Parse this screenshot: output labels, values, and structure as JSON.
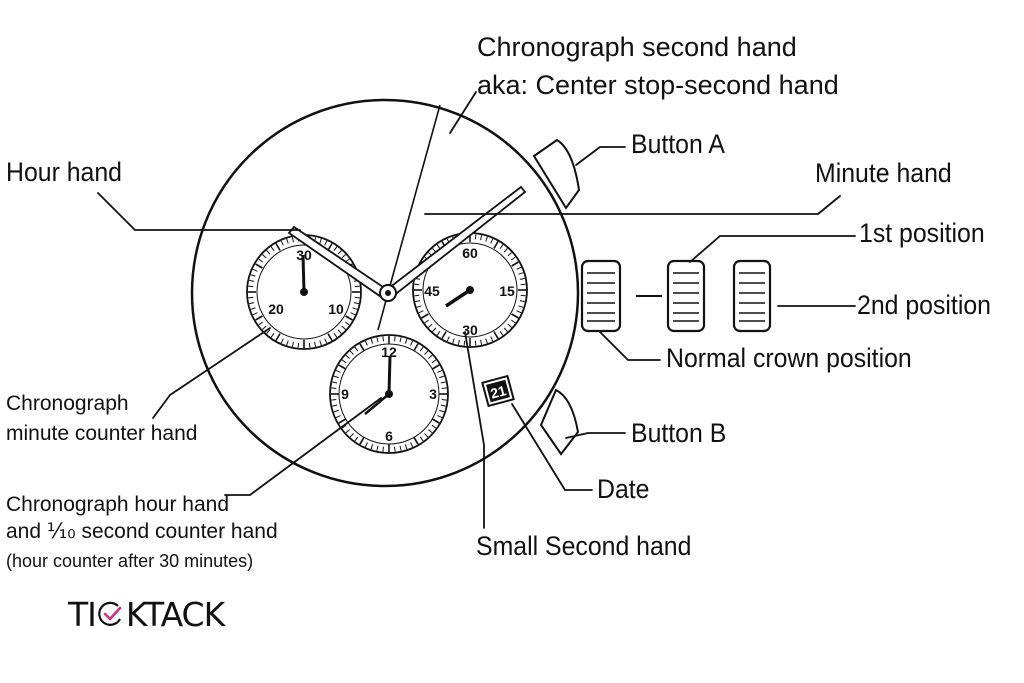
{
  "labels": {
    "chrono_second_hand": "Chronograph second hand",
    "chrono_second_aka": "aka: Center stop-second hand",
    "hour_hand": "Hour hand",
    "button_a": "Button A",
    "minute_hand": "Minute hand",
    "first_position": "1st position",
    "second_position": "2nd position",
    "normal_crown_position": "Normal crown position",
    "chrono_minute_counter_line1": "Chronograph",
    "chrono_minute_counter_line2": "minute counter hand",
    "button_b": "Button B",
    "date": "Date",
    "chrono_hour_line1": "Chronograph hour hand",
    "chrono_hour_line2": "and ⅒ second counter hand",
    "chrono_hour_line3": "(hour counter after 30 minutes)",
    "small_second_hand": "Small Second hand"
  },
  "dials": {
    "left_subdial": [
      "30",
      "20",
      "10"
    ],
    "right_subdial": [
      "60",
      "45",
      "15",
      "30"
    ],
    "bottom_subdial": [
      "12",
      "9",
      "3",
      "6"
    ],
    "date_window": "21"
  },
  "logo": {
    "text_before": "TI",
    "text_after": "KTACK",
    "accent_color": "#d6307a"
  },
  "colors": {
    "ink": "#111111",
    "background": "#ffffff"
  }
}
